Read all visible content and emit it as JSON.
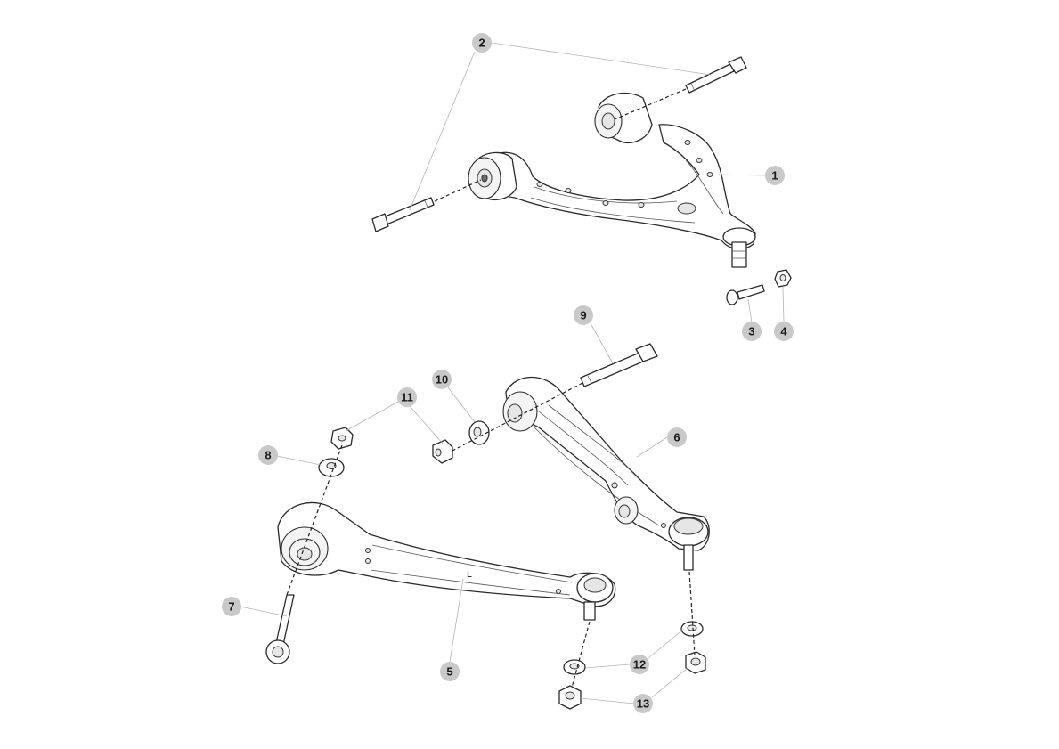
{
  "diagram": {
    "part_markers": [
      {
        "id": "1",
        "label": "1"
      },
      {
        "id": "2",
        "label": "2"
      },
      {
        "id": "3",
        "label": "3"
      },
      {
        "id": "4",
        "label": "4"
      },
      {
        "id": "5",
        "label": "5"
      },
      {
        "id": "6",
        "label": "6"
      },
      {
        "id": "7",
        "label": "7"
      },
      {
        "id": "8",
        "label": "8"
      },
      {
        "id": "9",
        "label": "9"
      },
      {
        "id": "10",
        "label": "10"
      },
      {
        "id": "11",
        "label": "11"
      },
      {
        "id": "12",
        "label": "12"
      },
      {
        "id": "13",
        "label": "13"
      }
    ],
    "arm_marking": "L"
  }
}
